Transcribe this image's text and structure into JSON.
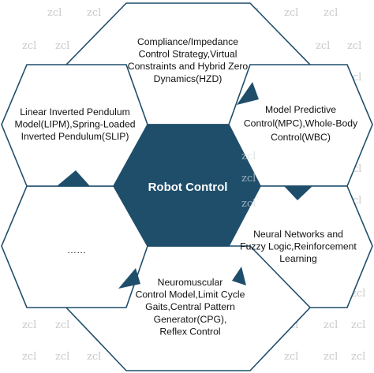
{
  "center": {
    "label": "Robot Control"
  },
  "modules": {
    "top": [
      "Compliance/Impedance",
      "Control Strategy,Virtual",
      "Constraints and Hybrid Zero",
      "Dynamics(HZD)"
    ],
    "upper_right": [
      "Model Predictive",
      "Control(MPC),Whole-Body",
      "Control(WBC)"
    ],
    "lower_right": [
      "Neural Networks and",
      "Fuzzy Logic,Reinforcement",
      "Learning"
    ],
    "bottom": [
      "Neuromuscular",
      "Control Model,Limit Cycle",
      "Gaits,Central Pattern",
      "Generator(CPG),",
      "Reflex Control"
    ],
    "lower_left": [
      "……"
    ],
    "upper_left": [
      "Linear Inverted Pendulum",
      "Model(LIPM),Spring-Loaded",
      "Inverted Pendulum(SLIP)"
    ]
  },
  "watermark": {
    "text": "zcl"
  },
  "colors": {
    "primary": "#1f4e6b",
    "background": "#ffffff",
    "text": "#111111",
    "center_text": "#ffffff"
  }
}
